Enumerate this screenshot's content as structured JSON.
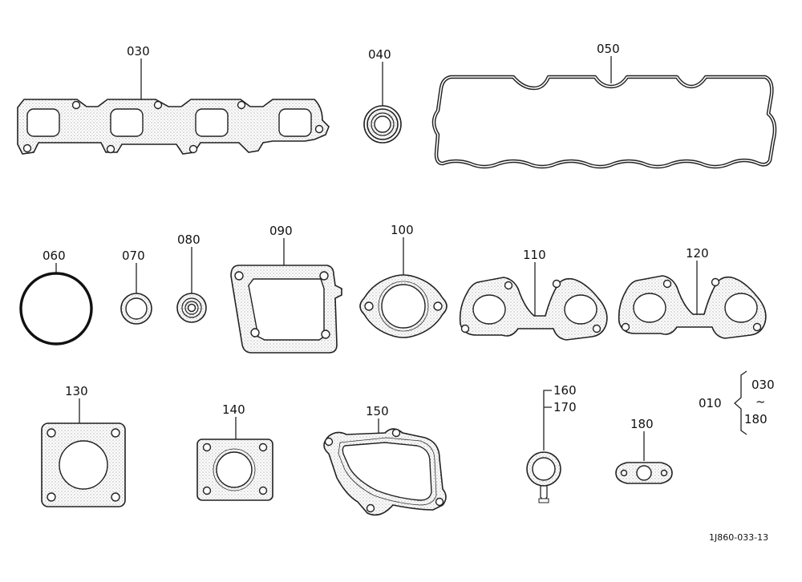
{
  "parts": [
    {
      "id": "p030",
      "label": "030"
    },
    {
      "id": "p040",
      "label": "040"
    },
    {
      "id": "p050",
      "label": "050"
    },
    {
      "id": "p060",
      "label": "060"
    },
    {
      "id": "p070",
      "label": "070"
    },
    {
      "id": "p080",
      "label": "080"
    },
    {
      "id": "p090",
      "label": "090"
    },
    {
      "id": "p100",
      "label": "100"
    },
    {
      "id": "p110",
      "label": "110"
    },
    {
      "id": "p120",
      "label": "120"
    },
    {
      "id": "p130",
      "label": "130"
    },
    {
      "id": "p140",
      "label": "140"
    },
    {
      "id": "p150",
      "label": "150"
    },
    {
      "id": "p160",
      "label": "160"
    },
    {
      "id": "p170",
      "label": "170"
    },
    {
      "id": "p180",
      "label": "180"
    }
  ],
  "kit": {
    "label": "010",
    "range_start": "030",
    "range_symbol": "~",
    "range_end": "180"
  },
  "drawing_code": "1J860-033-13"
}
